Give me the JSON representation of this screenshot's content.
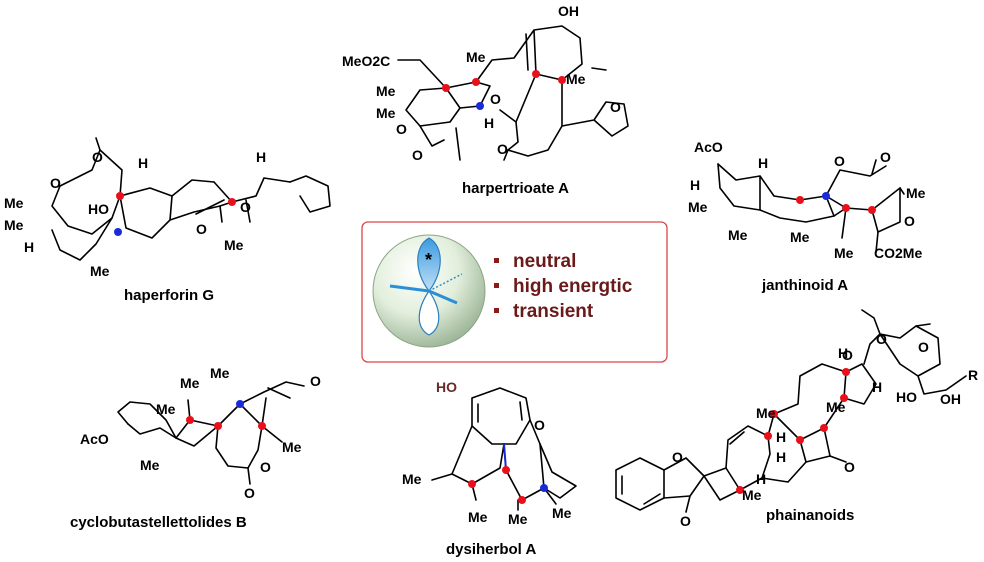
{
  "center_box": {
    "features": [
      "neutral",
      "high energtic",
      "transient"
    ],
    "radical_symbol": "*",
    "colors": {
      "border": "#d9474a",
      "text": "#6b1a1a",
      "orbital": "#2a8fd6"
    }
  },
  "molecules": [
    {
      "name": "harpertrioate A",
      "atoms": [
        "OH",
        "MeO2C",
        "Me",
        "Me",
        "Me",
        "Me",
        "O",
        "H",
        "O",
        "O",
        "O",
        "O"
      ]
    },
    {
      "name": "haperforin G",
      "atoms": [
        "O",
        "O",
        "H",
        "H",
        "Me",
        "Me",
        "HO",
        "H",
        "Me",
        "O",
        "O",
        "Me"
      ]
    },
    {
      "name": "janthinoid A",
      "atoms": [
        "AcO",
        "H",
        "H",
        "Me",
        "Me",
        "Me",
        "Me",
        "O",
        "O",
        "Me",
        "O",
        "CO2Me"
      ]
    },
    {
      "name": "cyclobutastellettolides B",
      "atoms": [
        "AcO",
        "Me",
        "Me",
        "Me",
        "O",
        "Me",
        "Me",
        "O",
        "O"
      ]
    },
    {
      "name": "dysiherbol A",
      "atoms": [
        "HO",
        "O",
        "Me",
        "Me",
        "Me",
        "Me"
      ]
    },
    {
      "name": "phainanoids",
      "atoms": [
        "O",
        "O",
        "O",
        "H",
        "H",
        "R",
        "HO",
        "OH",
        "Me",
        "Me",
        "H",
        "H",
        "O",
        "O",
        "O",
        "H",
        "Me"
      ]
    }
  ],
  "dot_colors": {
    "red": "#e8101a",
    "blue": "#1a2ad8"
  }
}
